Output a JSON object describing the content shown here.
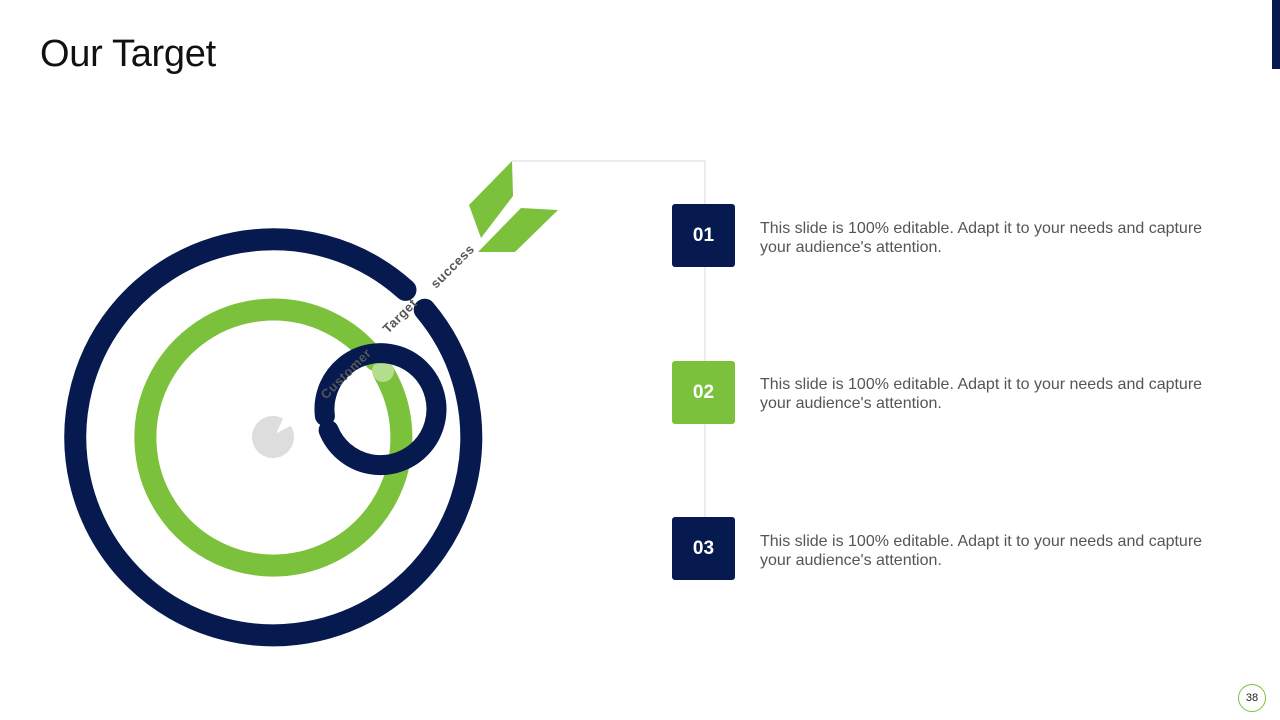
{
  "title": "Our Target",
  "colors": {
    "navy": "#061a4f",
    "green": "#7bc13c",
    "light_green": "#b5dd8e",
    "gray": "#dddddd",
    "connector": "#d9d9d9"
  },
  "arrow_labels": [
    "Customer",
    "Target",
    "success"
  ],
  "steps": [
    {
      "number": "01",
      "color": "#061a4f",
      "text": "This slide is 100% editable. Adapt it to your needs and capture your audience's attention."
    },
    {
      "number": "02",
      "color": "#7bc13c",
      "text": "This slide is 100% editable. Adapt it to your needs and capture your audience's attention."
    },
    {
      "number": "03",
      "color": "#061a4f",
      "text": "This slide is 100% editable. Adapt it to your needs and capture your audience's attention."
    }
  ],
  "page_number": "38"
}
